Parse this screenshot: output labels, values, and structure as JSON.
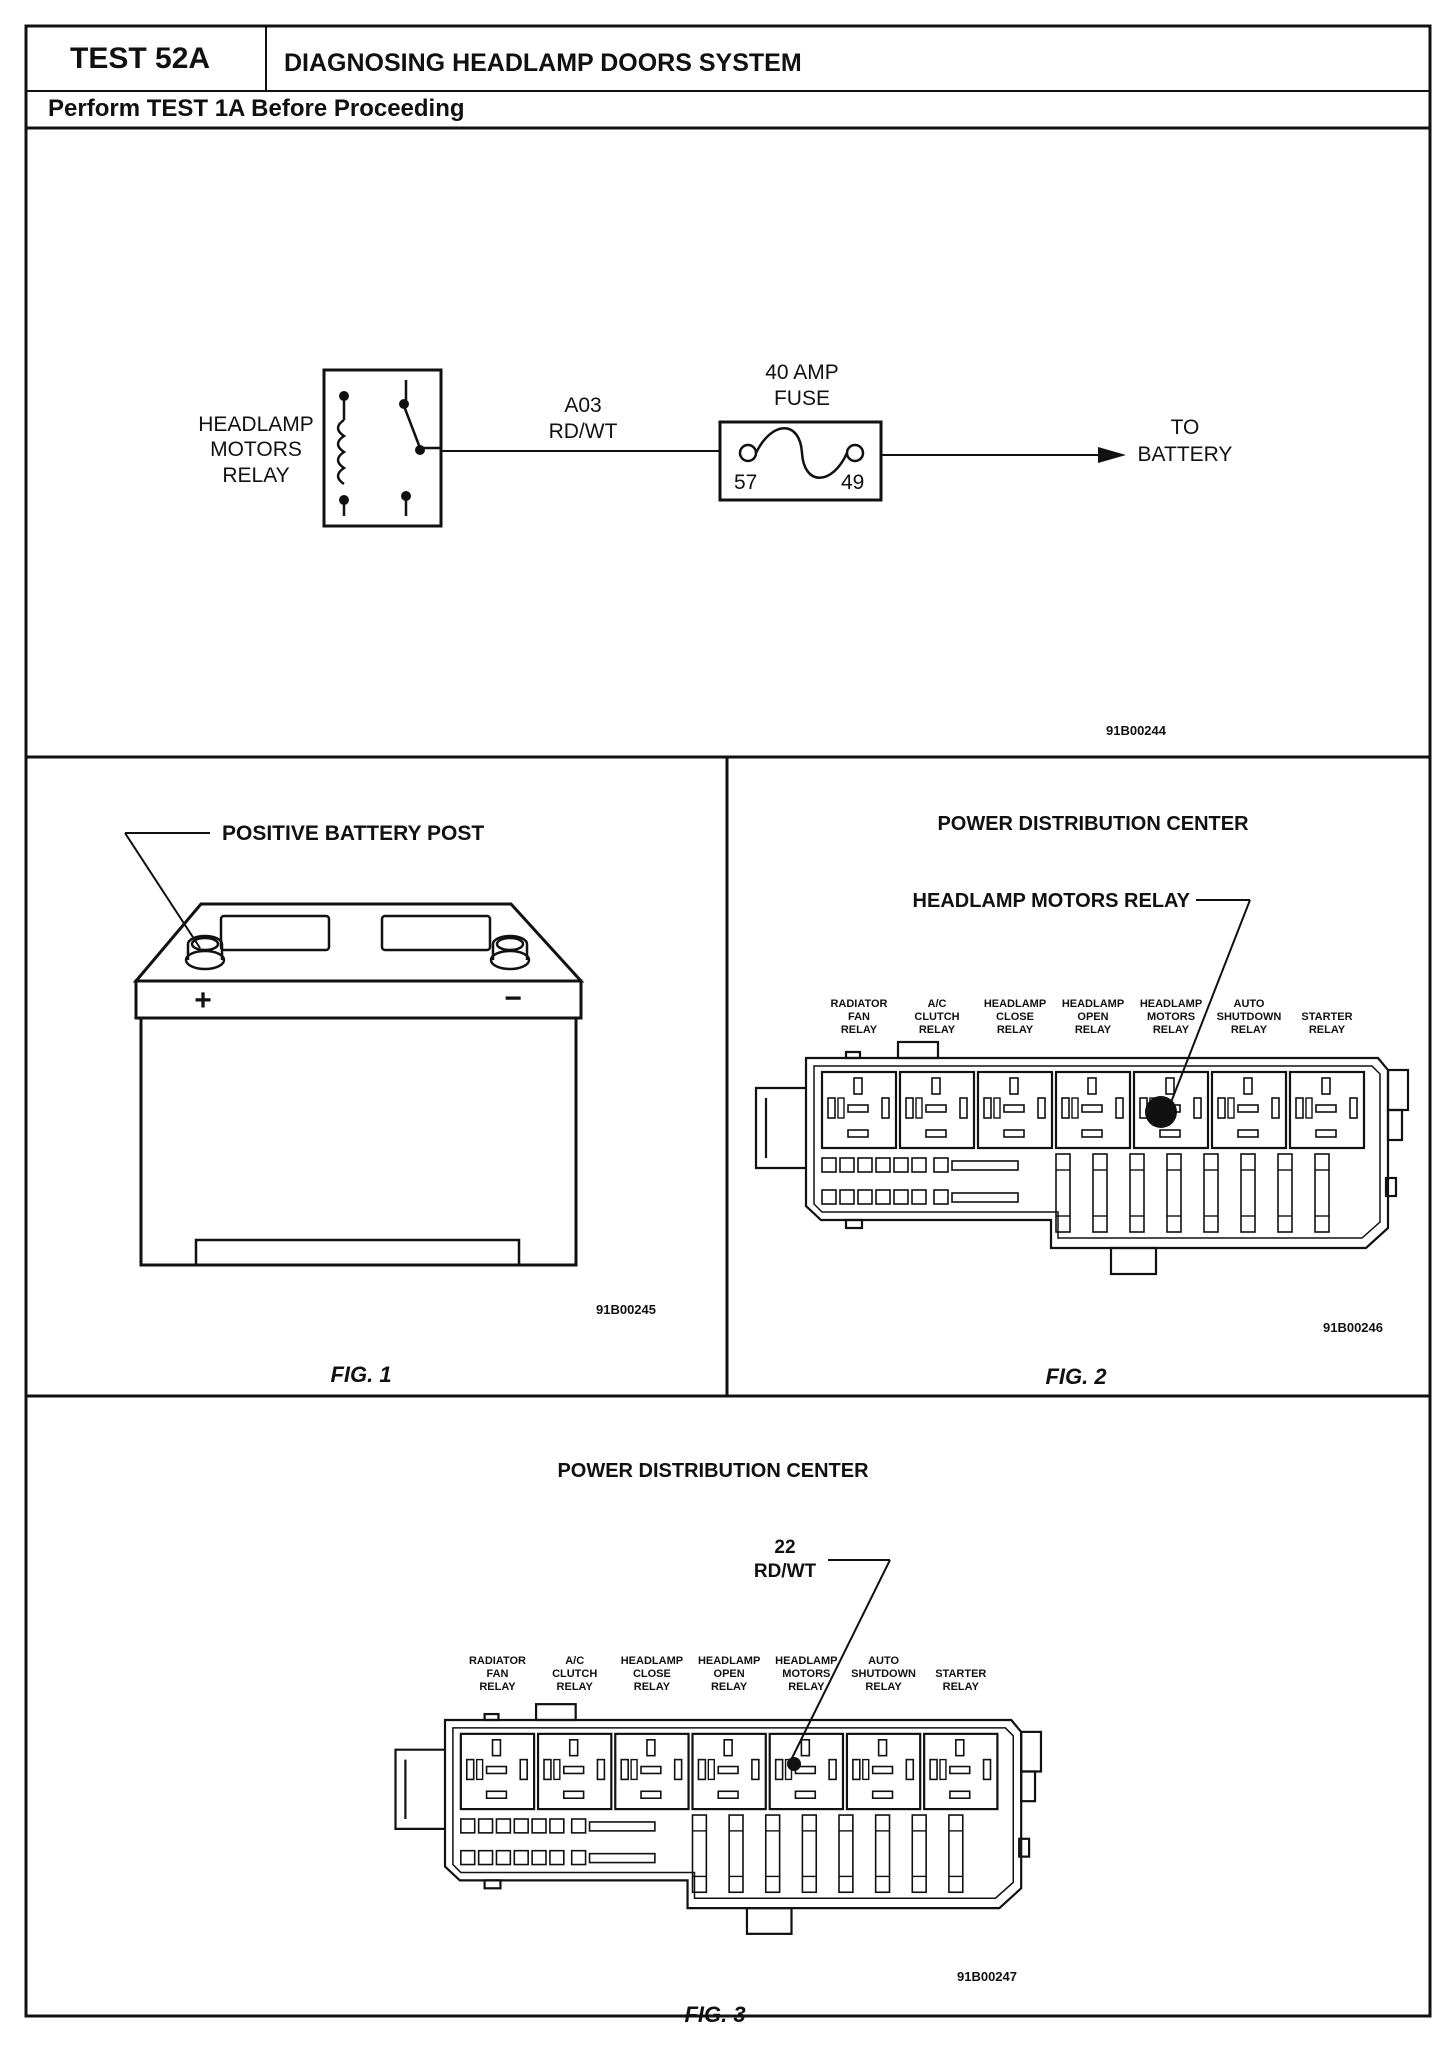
{
  "header": {
    "test_number": "TEST 52A",
    "title": "DIAGNOSING HEADLAMP DOORS SYSTEM",
    "subtitle": "Perform TEST 1A Before Proceeding"
  },
  "schematic": {
    "relay_label": [
      "HEADLAMP",
      "MOTORS",
      "RELAY"
    ],
    "wire_code": "A03",
    "wire_color": "RD/WT",
    "fuse_label": [
      "40 AMP",
      "FUSE"
    ],
    "fuse_pin_left": "57",
    "fuse_pin_right": "49",
    "battery_label": [
      "TO",
      "BATTERY"
    ],
    "figure_code": "91B00244"
  },
  "fig1": {
    "callout": "POSITIVE BATTERY POST",
    "plus_sign": "+",
    "minus_sign": "−",
    "figure_code": "91B00245",
    "caption": "FIG. 1"
  },
  "fig2": {
    "title": "POWER DISTRIBUTION CENTER",
    "callout": "HEADLAMP MOTORS RELAY",
    "relay_labels": [
      [
        "RADIATOR",
        "FAN",
        "RELAY"
      ],
      [
        "A/C",
        "CLUTCH",
        "RELAY"
      ],
      [
        "HEADLAMP",
        "CLOSE",
        "RELAY"
      ],
      [
        "HEADLAMP",
        "OPEN",
        "RELAY"
      ],
      [
        "HEADLAMP",
        "MOTORS",
        "RELAY"
      ],
      [
        "AUTO",
        "SHUTDOWN",
        "RELAY"
      ],
      [
        "STARTER",
        "RELAY"
      ]
    ],
    "figure_code": "91B00246",
    "caption": "FIG. 2"
  },
  "fig3": {
    "title": "POWER DISTRIBUTION CENTER",
    "callout": [
      "22",
      "RD/WT"
    ],
    "relay_labels": [
      [
        "RADIATOR",
        "FAN",
        "RELAY"
      ],
      [
        "A/C",
        "CLUTCH",
        "RELAY"
      ],
      [
        "HEADLAMP",
        "CLOSE",
        "RELAY"
      ],
      [
        "HEADLAMP",
        "OPEN",
        "RELAY"
      ],
      [
        "HEADLAMP",
        "MOTORS",
        "RELAY"
      ],
      [
        "AUTO",
        "SHUTDOWN",
        "RELAY"
      ],
      [
        "STARTER",
        "RELAY"
      ]
    ],
    "figure_code": "91B00247",
    "caption": "FIG. 3"
  }
}
